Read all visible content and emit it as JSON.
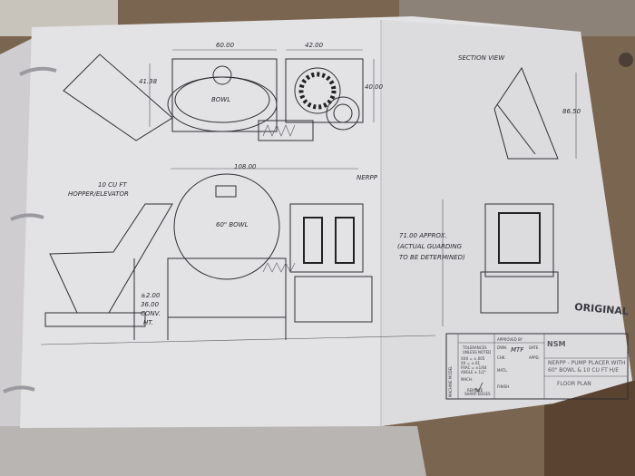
{
  "drawing": {
    "top_view": {
      "dim_width_bowl": "60.00",
      "dim_width_placer": "42.00",
      "dim_height_left": "41.38",
      "dim_height_right": "40.00",
      "dim_overall": "108.00",
      "bowl_label": "BOWL"
    },
    "section_view": {
      "label": "SECTION VIEW",
      "dim_height": "86.50"
    },
    "front_view": {
      "hopper_label_1": "10 CU FT",
      "hopper_label_2": "HOPPER/ELEVATOR",
      "bowl_label": "60\" BOWL",
      "nerpp_label": "NERPP",
      "conv_height_1": "±2.00",
      "conv_height_2": "36.00",
      "conv_height_3": "CONV.",
      "conv_height_4": "HT.",
      "approx_1": "71.00 APPROX.",
      "approx_2": "(ACTUAL GUARDING",
      "approx_3": "TO BE DETERMINED)"
    },
    "stamp": "ORIGINAL",
    "title_block": {
      "machine_model": "MACHINE MODEL",
      "approved_by": "APPROVED BY",
      "tolerances_1": "TOLERANCES",
      "tolerances_2": "UNLESS NOTED",
      "tol_xxx": "XXX = ±.005",
      "tol_xx": "XX = ±.01",
      "tol_frac": "FRAC = ±1/64",
      "tol_angle": "ANGLE ± 1/2°",
      "mach": "MACH.",
      "remove_burrs_1": "REMOVE",
      "remove_burrs_2": "SHARP EDGES",
      "dwn": "DWN.",
      "drawn_initials": "MTF",
      "date": "DATE",
      "chk": "CHK.",
      "appd": "APPD.",
      "matl": "MATL.",
      "finish": "FINISH",
      "logo": "NSM",
      "title_1": "NERPP - PUMP PLACER WITH",
      "title_2": "60\" BOWL & 10 CU FT H/E",
      "sheet": "FLOOR PLAN"
    }
  }
}
